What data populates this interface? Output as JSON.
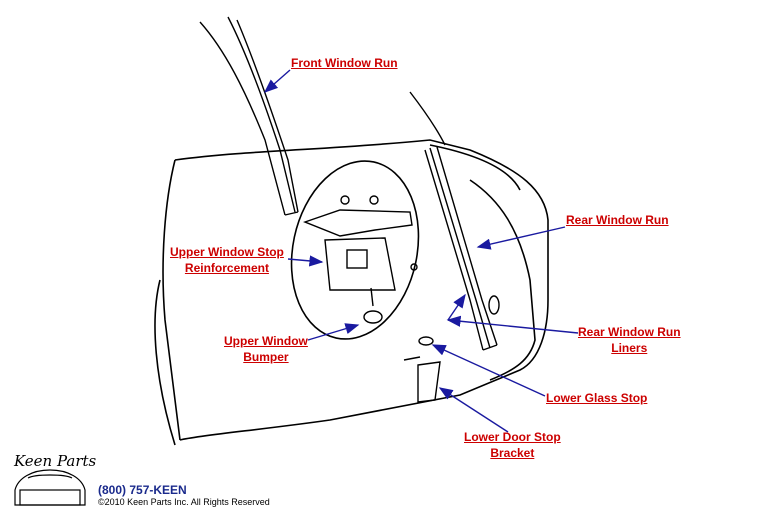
{
  "colors": {
    "label": "#cc0000",
    "arrow": "#1a1aa0",
    "line": "#000000"
  },
  "labels": {
    "front_window_run": "Front Window Run",
    "rear_window_run": "Rear Window Run",
    "upper_window_stop_line1": "Upper Window Stop",
    "upper_window_stop_line2": "Reinforcement",
    "upper_window_bumper_line1": "Upper Window",
    "upper_window_bumper_line2": "Bumper",
    "rear_window_run_liners_line1": "Rear Window Run",
    "rear_window_run_liners_line2": "Liners",
    "lower_glass_stop": "Lower Glass Stop",
    "lower_door_stop_line1": "Lower Door Stop",
    "lower_door_stop_line2": "Bracket"
  },
  "footer": {
    "logo_text": "Keen Parts",
    "phone": "(800) 757-KEEN",
    "copyright": "©2010 Keen Parts Inc. All Rights Reserved"
  }
}
